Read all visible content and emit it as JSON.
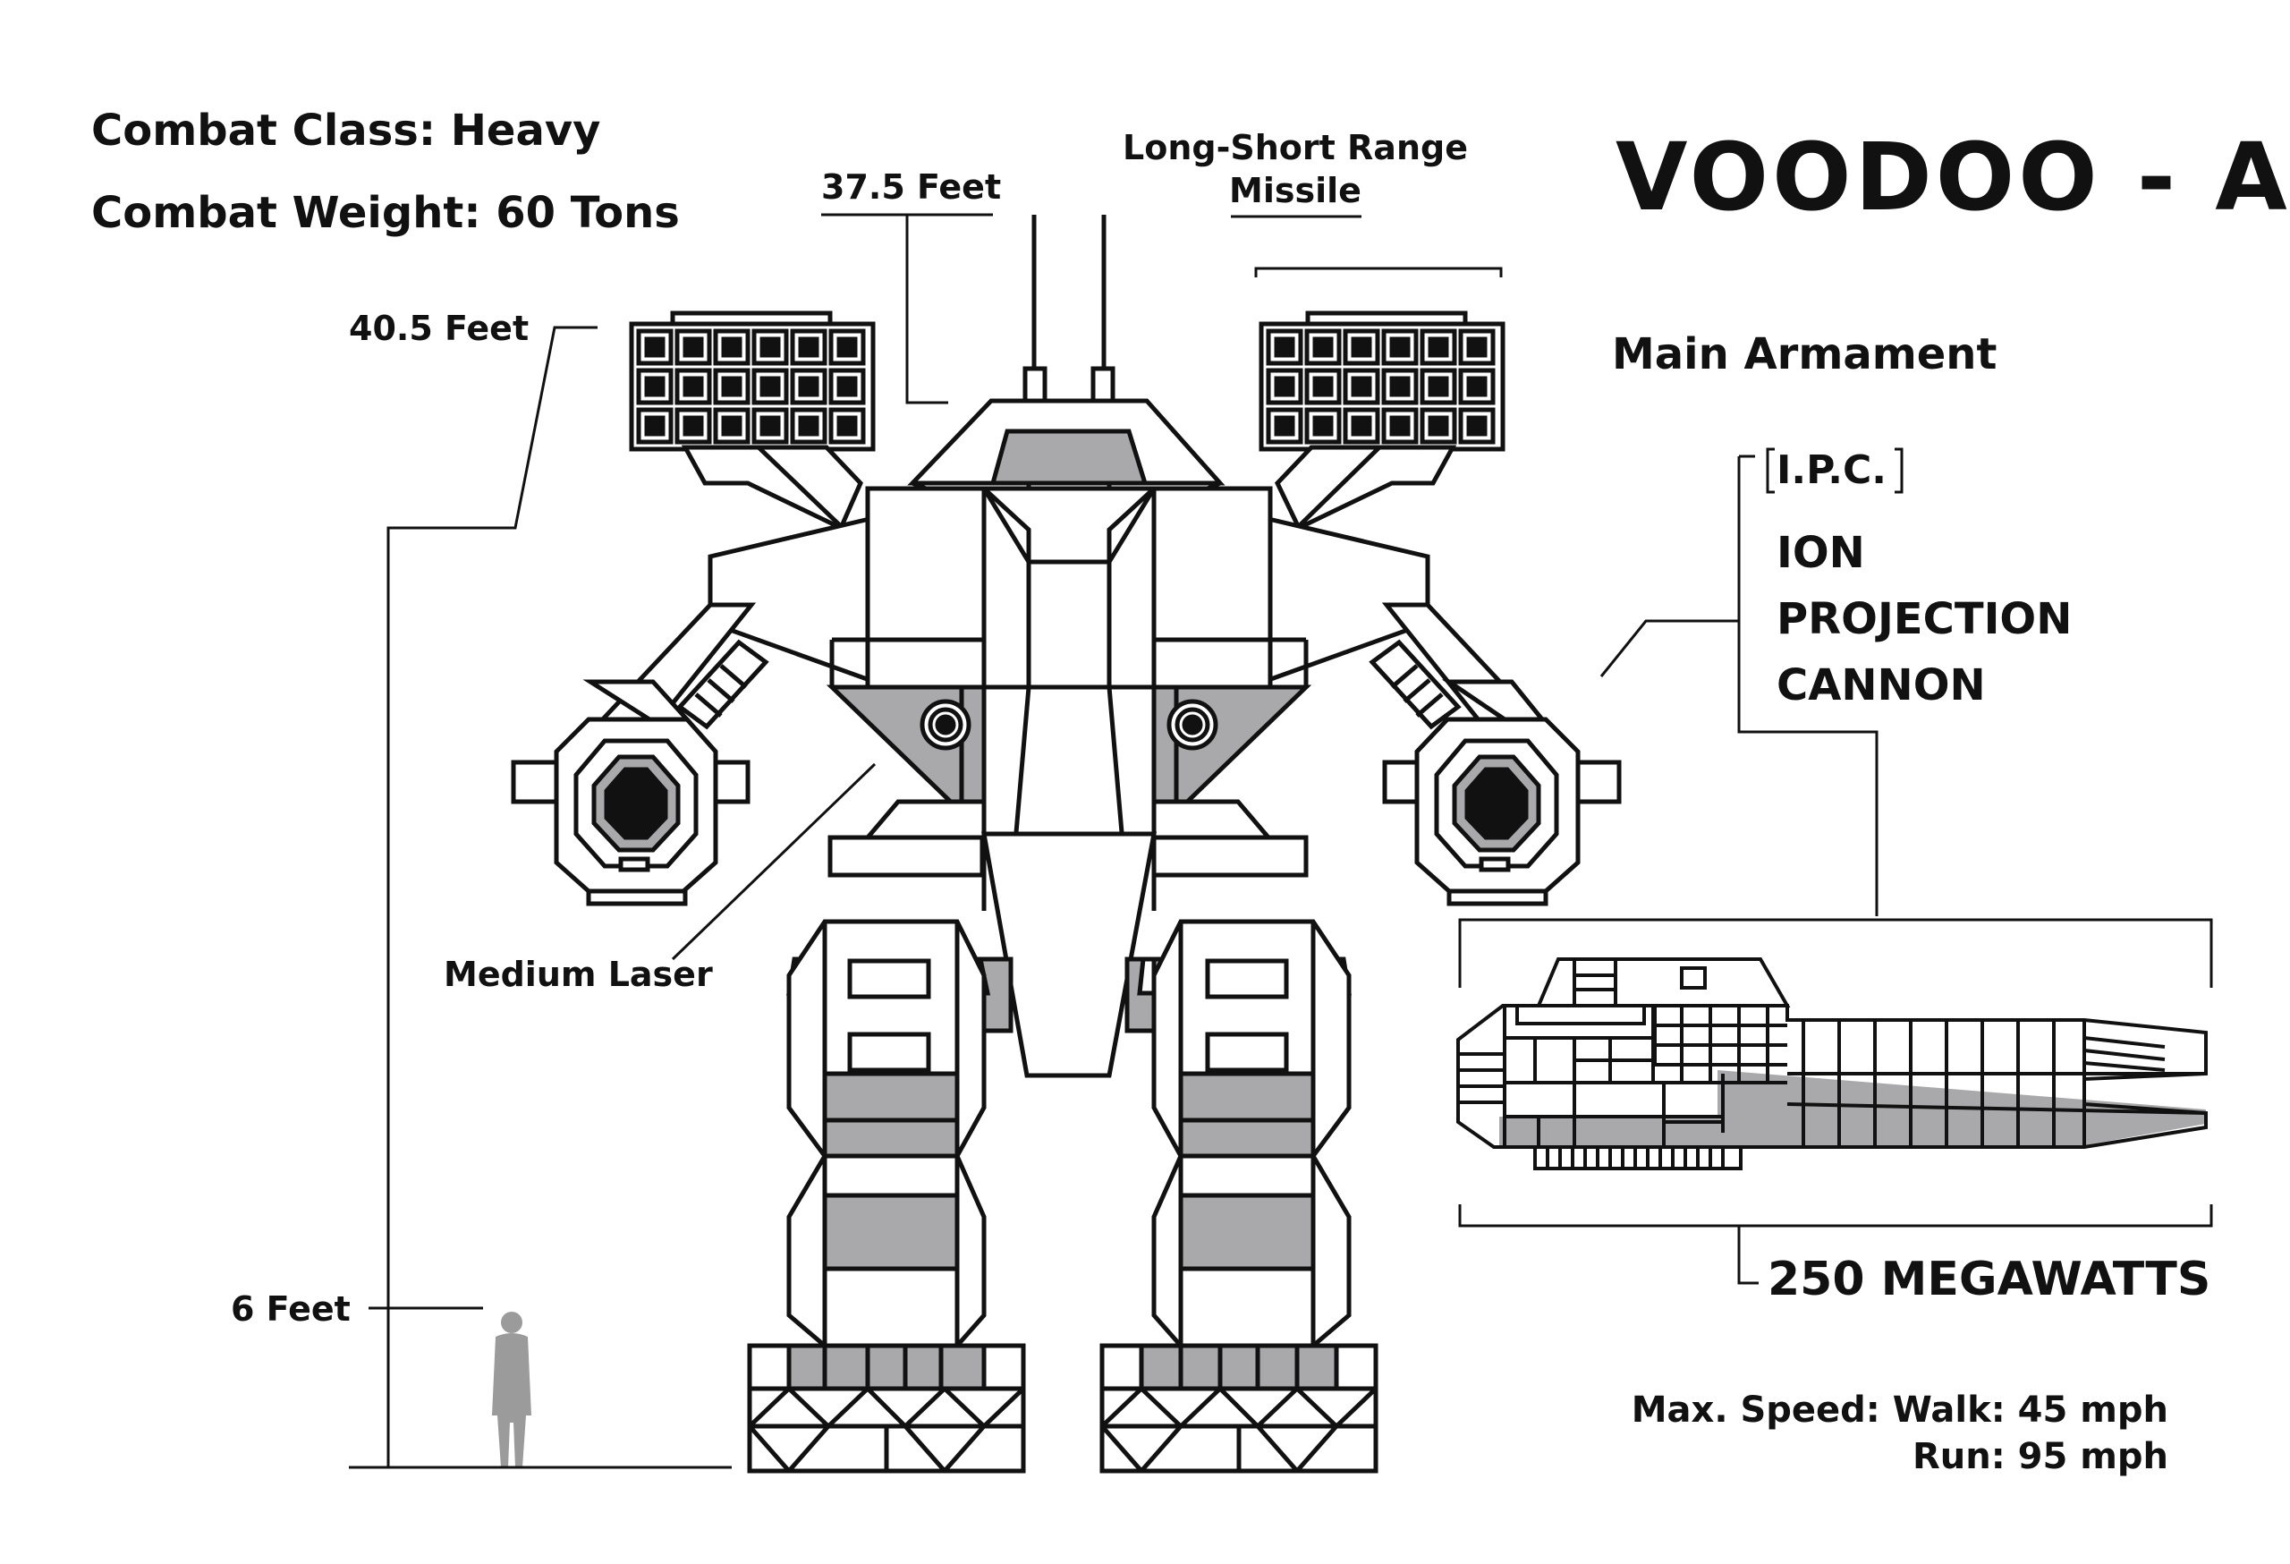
{
  "title": "VOODOO - A",
  "combat_class": "Combat Class: Heavy",
  "combat_weight": "Combat Weight: 60 Tons",
  "dimensions": {
    "height_label": "37.5 Feet",
    "shoulder_label": "40.5 Feet",
    "human_label": "6 Feet"
  },
  "weapons": {
    "missile_label_line1": "Long-Short Range",
    "missile_label_line2": "Missile",
    "laser_label": "Medium Laser"
  },
  "armament": {
    "heading": "Main Armament",
    "abbreviation": "I.P.C.",
    "name_line1": "ION",
    "name_line2": "PROJECTION",
    "name_line3": "CANNON",
    "power": "250 MEGAWATTS"
  },
  "speed": {
    "walk": "Max. Speed: Walk: 45 mph",
    "run": "Run: 95 mph"
  },
  "colors": {
    "line": "#111111",
    "fill_gray": "#a9a9ab",
    "human_gray": "#9b9b9b",
    "background": "#ffffff"
  },
  "icons": [
    "missile-pod-icon",
    "hexagon-cannon-icon",
    "laser-port-icon",
    "human-silhouette-icon",
    "ion-cannon-icon"
  ]
}
